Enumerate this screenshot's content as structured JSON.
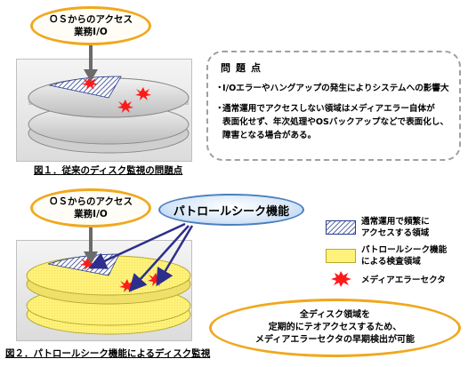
{
  "fig1": {
    "os_bubble_line1": "ＯＳからのアクセス",
    "os_bubble_line2": "業務I/O",
    "caption": "図１．従来のディスク監視の問題点"
  },
  "issues": {
    "title": "問題点",
    "item1": "I/Oエラーやハングアップの発生によりシステムへの影響大",
    "item2_line1": "通常運用でアクセスしない領域はメディアエラー自体が",
    "item2_line2": "表面化せず、年次処理やOSバックアップなどで表面化し、",
    "item2_line3": "障害となる場合がある。",
    "bullet": "・"
  },
  "fig2": {
    "os_bubble_line1": "ＯＳからのアクセス",
    "os_bubble_line2": "業務I/O",
    "patrol_label": "パトロールシーク機能",
    "caption": "図２．パトロールシーク機能によるディスク監視"
  },
  "legend": {
    "frequent_line1": "通常運用で頻繁に",
    "frequent_line2": "アクセスする領域",
    "patrol_line1": "パトロールシーク機能",
    "patrol_line2": "による検査領域",
    "error": "メディアエラーセクタ"
  },
  "summary": {
    "line1": "全ディスク領域を",
    "line2": "定期的にテオアクセスするため、",
    "line3": "メディアエラーセクタの早期検出が可能"
  },
  "colors": {
    "orange": "#f0a81e",
    "patrol_yellow": "#fff27a",
    "error_red": "#ff1a1a",
    "arrow_navy": "#2e2e8c",
    "hatch_blue": "#2a3c8c"
  }
}
